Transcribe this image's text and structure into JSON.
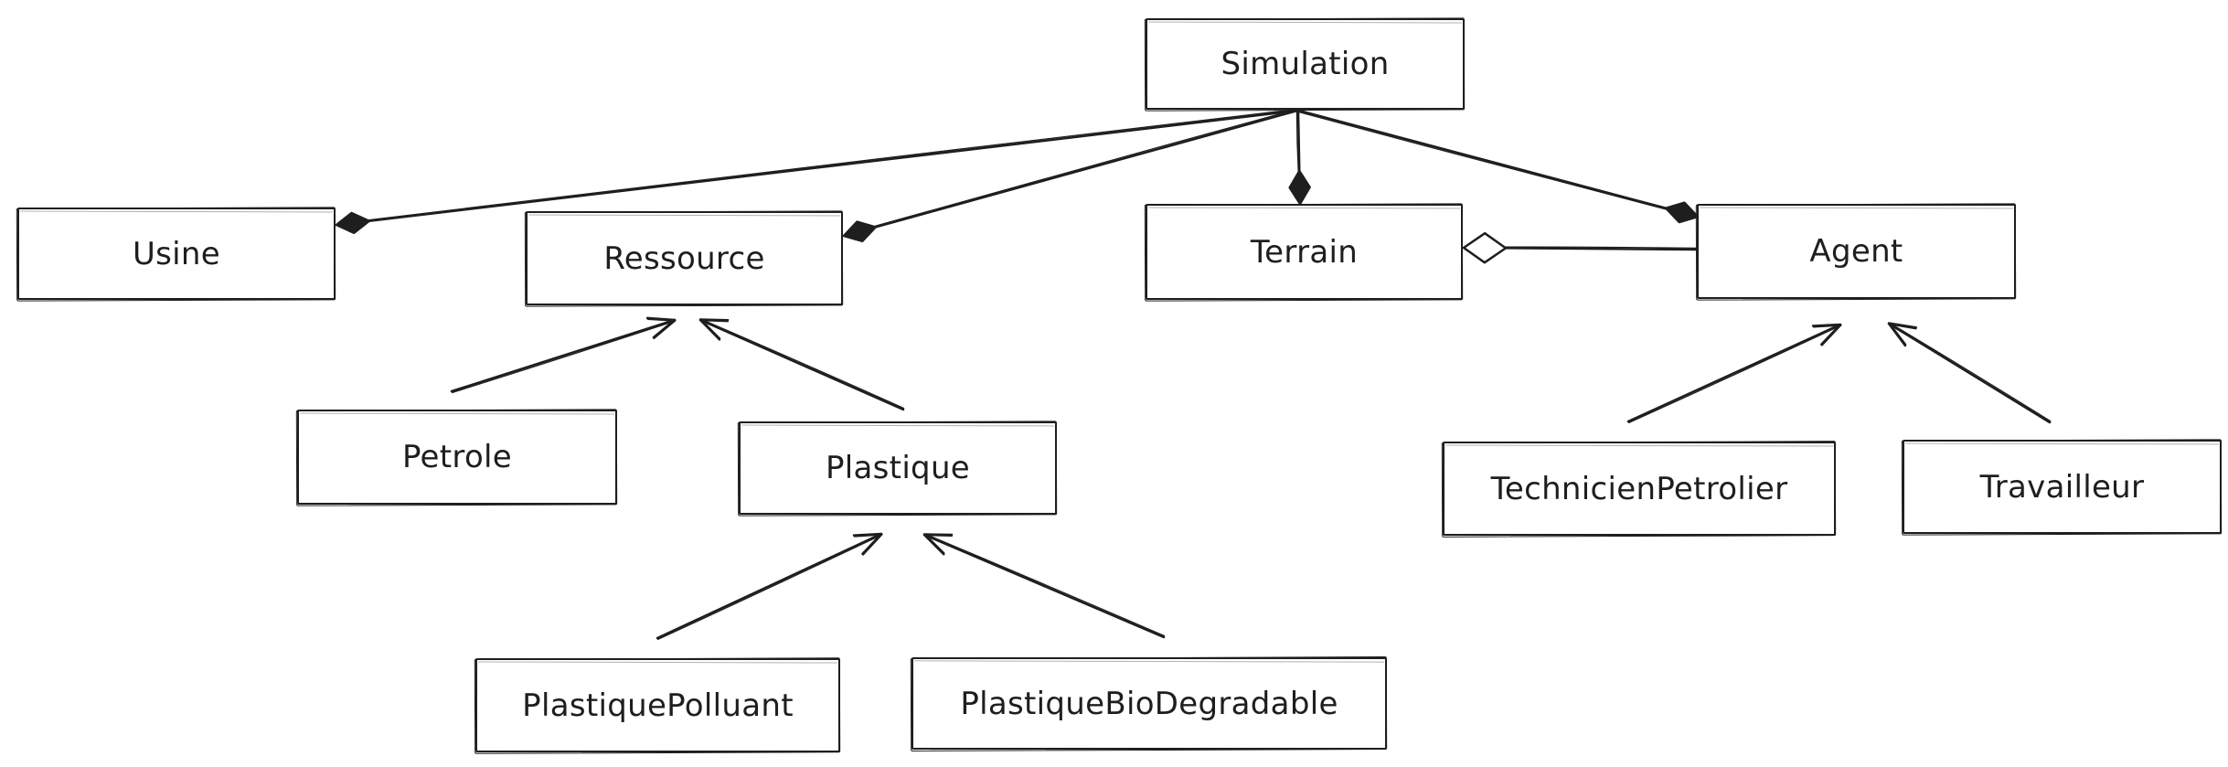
{
  "diagram": {
    "nodes": {
      "simulation": "Simulation",
      "usine": "Usine",
      "ressource": "Ressource",
      "terrain": "Terrain",
      "agent": "Agent",
      "petrole": "Petrole",
      "plastique": "Plastique",
      "technicien_petrolier": "TechnicienPetrolier",
      "travailleur": "Travailleur",
      "plastique_polluant": "PlastiquePolluant",
      "plastique_bio_degradable": "PlastiqueBioDegradable"
    },
    "colors": {
      "stroke": "#1e1e1e",
      "background": "#ffffff"
    },
    "icons": {
      "composition": "filled-diamond-icon",
      "aggregation": "hollow-diamond-icon",
      "inheritance": "open-arrowhead-icon"
    }
  }
}
